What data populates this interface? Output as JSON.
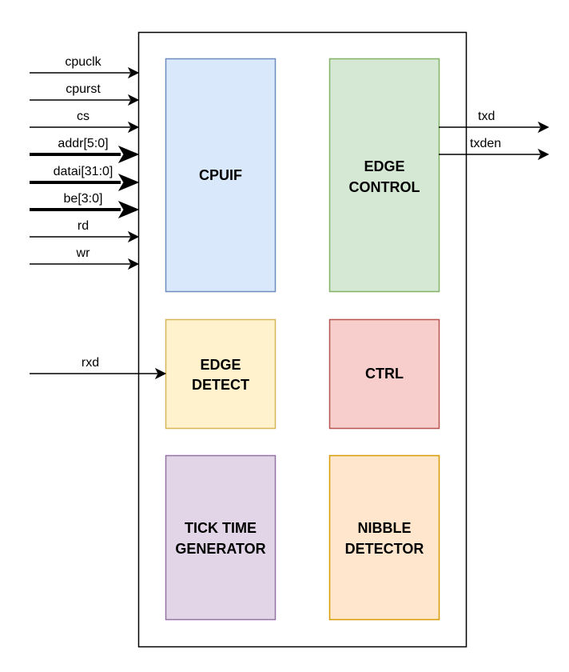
{
  "diagram": {
    "top_module": {
      "name": "top-module-boundary"
    },
    "blocks": [
      {
        "id": "cpuif",
        "lines": [
          "CPUIF"
        ],
        "fill": "#dae8fc",
        "stroke": "#6c8ebf"
      },
      {
        "id": "edge-control",
        "lines": [
          "EDGE",
          "CONTROL"
        ],
        "fill": "#d5e8d4",
        "stroke": "#82b366"
      },
      {
        "id": "edge-detect",
        "lines": [
          "EDGE",
          "DETECT"
        ],
        "fill": "#fff2cc",
        "stroke": "#d6b656"
      },
      {
        "id": "ctrl",
        "lines": [
          "CTRL"
        ],
        "fill": "#f8cecc",
        "stroke": "#b85450"
      },
      {
        "id": "tick-time-generator",
        "lines": [
          "TICK TIME",
          "GENERATOR"
        ],
        "fill": "#e1d5e7",
        "stroke": "#9673a6"
      },
      {
        "id": "nibble-detector",
        "lines": [
          "NIBBLE",
          "DETECTOR"
        ],
        "fill": "#ffe6cc",
        "stroke": "#d79b00"
      }
    ],
    "inputs": [
      {
        "name": "cpuclk",
        "bus": false
      },
      {
        "name": "cpurst",
        "bus": false
      },
      {
        "name": "cs",
        "bus": false
      },
      {
        "name": "addr[5:0]",
        "bus": true
      },
      {
        "name": "datai[31:0]",
        "bus": true
      },
      {
        "name": "be[3:0]",
        "bus": true
      },
      {
        "name": "rd",
        "bus": false
      },
      {
        "name": "wr",
        "bus": false
      }
    ],
    "rxd_input": {
      "name": "rxd",
      "bus": false,
      "target": "edge-detect"
    },
    "outputs": [
      {
        "name": "txd",
        "bus": false,
        "source": "edge-control"
      },
      {
        "name": "txden",
        "bus": false,
        "source": "edge-control"
      }
    ]
  }
}
